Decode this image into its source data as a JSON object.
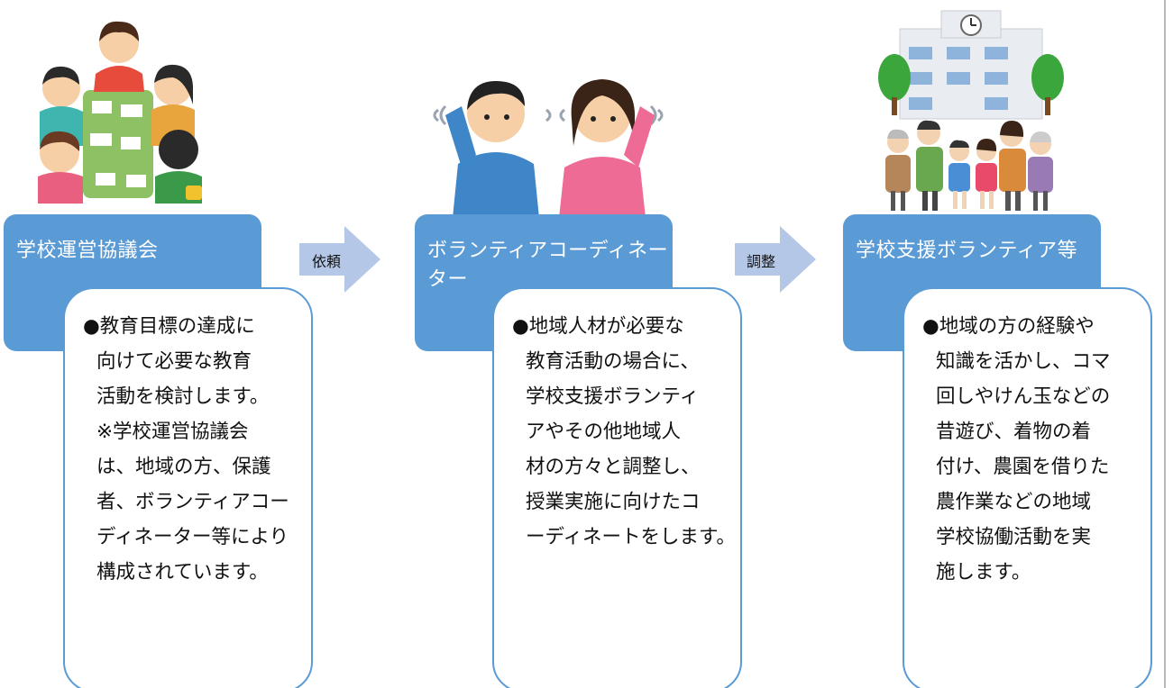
{
  "steps": [
    {
      "title": "学校運営協議会",
      "illustration": "meeting-people-illustration",
      "lines": [
        "●教育目標の達成に",
        "向けて必要な教育",
        "活動を検討します。",
        "※学校運営協議会",
        "は、地域の方、保護",
        "者、ボランティアコー",
        "ディネーター等により",
        "構成されています。"
      ]
    },
    {
      "title": "ボランティアコーディネーター",
      "illustration": "thinking-people-illustration",
      "lines": [
        "●地域人材が必要な",
        "教育活動の場合に、",
        "学校支援ボランティ",
        "アやその他地域人",
        "材の方々と調整し、",
        "授業実施に向けたコ",
        "ーディネートをします。"
      ]
    },
    {
      "title": "学校支援ボランティア等",
      "illustration": "school-community-illustration",
      "lines": [
        "●地域の方の経験や",
        "知識を活かし、コマ",
        "回しやけん玉などの",
        "昔遊び、着物の着",
        "付け、農園を借りた",
        "農作業などの地域",
        "学校協働活動を実",
        "施します。"
      ]
    }
  ],
  "arrows": [
    {
      "label": "依頼",
      "icon": "right-arrow-icon"
    },
    {
      "label": "調整",
      "icon": "right-arrow-icon"
    }
  ],
  "colors": {
    "box": "#5b9bd5",
    "arrow": "#b4c7e7",
    "text": "#111111"
  }
}
